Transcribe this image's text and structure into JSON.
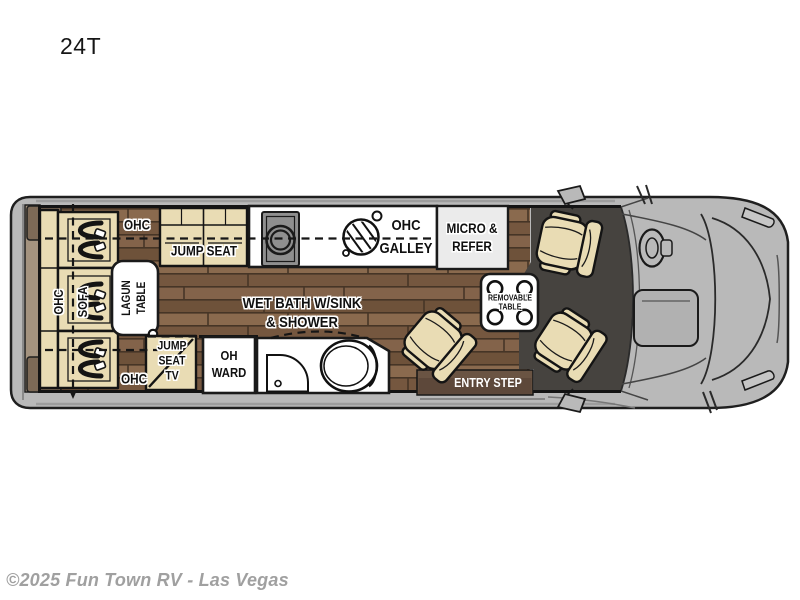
{
  "page": {
    "title": "24T",
    "watermark": "©2025 Fun Town RV - Las Vegas"
  },
  "floorplan": {
    "model": "24T",
    "type": "class-b-van-top-view",
    "labels": {
      "ohc_top": "OHC",
      "jump_seat": "JUMP SEAT",
      "galley_l1": "OHC",
      "galley_l2": "GALLEY",
      "micro_refer_l1": "MICRO &",
      "micro_refer_l2": "REFER",
      "sofa_l1": "OHC",
      "sofa_l2": "SOFA",
      "lagun_l1": "LAGUN",
      "lagun_l2": "TABLE",
      "ohc_bottom": "OHC",
      "jump_seat_tv_l1": "JUMP",
      "jump_seat_tv_l2": "SEAT",
      "jump_seat_tv_l3": "TV",
      "oh_ward_l1": "OH",
      "oh_ward_l2": "WARD",
      "wet_bath_l1": "WET BATH W/SINK",
      "wet_bath_l2": "& SHOWER",
      "removable_l1": "REMOVABLE",
      "removable_l2": "TABLE",
      "entry_step": "ENTRY STEP"
    },
    "colors": {
      "body_gray": "#b9b9b9",
      "outline_black": "#1f1f1f",
      "wood_floor": "#82624a",
      "wood_seam": "#463526",
      "cab_floor": "#46433f",
      "upholstery_tan": "#e9dcb4",
      "counter_white": "#ffffff",
      "appliance_gray": "#ebebeb",
      "stove_gray": "#8f8f8f",
      "entry_step_brown": "#6a5443",
      "rear_trim_taupe": "#a4937f",
      "rear_block_brown": "#7d6a57",
      "watermark_gray": "#a0a0a0"
    }
  }
}
